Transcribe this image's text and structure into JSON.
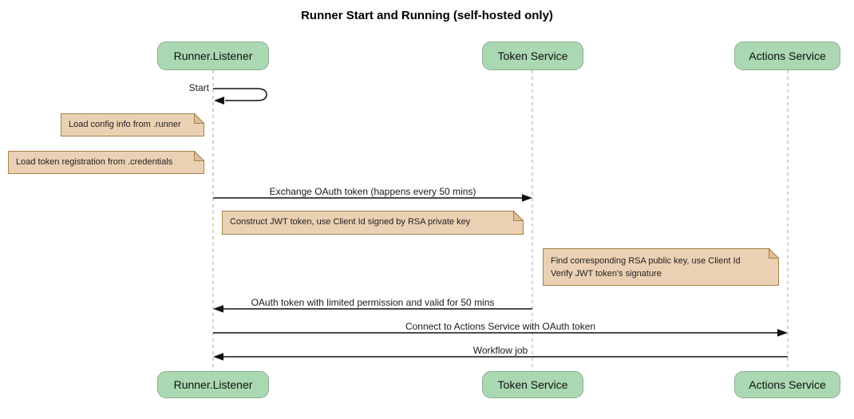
{
  "diagram": {
    "type": "sequence",
    "title": "Runner Start and Running (self-hosted only)"
  },
  "participants": [
    {
      "name": "Runner.Listener"
    },
    {
      "name": "Token Service"
    },
    {
      "name": "Actions Service"
    }
  ],
  "messages": [
    {
      "from": "Runner.Listener",
      "to": "Runner.Listener",
      "kind": "self",
      "label": "Start"
    },
    {
      "from": "Runner.Listener",
      "to": "Token Service",
      "kind": "solid-right",
      "label": "Exchange OAuth token (happens every 50 mins)"
    },
    {
      "from": "Token Service",
      "to": "Runner.Listener",
      "kind": "solid-left",
      "label": "OAuth token with limited permission and valid for 50 mins"
    },
    {
      "from": "Runner.Listener",
      "to": "Actions Service",
      "kind": "solid-right",
      "label": "Connect to Actions Service with OAuth token"
    },
    {
      "from": "Actions Service",
      "to": "Runner.Listener",
      "kind": "solid-left",
      "label": "Workflow job"
    }
  ],
  "notes": [
    {
      "position": "left of Runner.Listener",
      "lines": [
        "Load config info from .runner"
      ]
    },
    {
      "position": "left of Runner.Listener",
      "lines": [
        "Load token registration from .credentials"
      ]
    },
    {
      "position": "right of Runner.Listener",
      "lines": [
        "Construct JWT token, use Client Id signed by RSA private key"
      ]
    },
    {
      "position": "left of Actions Service",
      "lines": [
        "Find corresponding RSA public key, use Client Id",
        "Verify JWT token's signature"
      ]
    }
  ],
  "colors": {
    "participant_fill": "#A9D8B2",
    "participant_border": "#8CB08C",
    "note_fill": "#EBD1B3",
    "note_border": "#A5834B",
    "note_fold": "#DCBE99",
    "lifeline": "#A6A6A6",
    "arrow": "#111111",
    "text": "#1A1A1A",
    "background": "#FFFFFF"
  }
}
